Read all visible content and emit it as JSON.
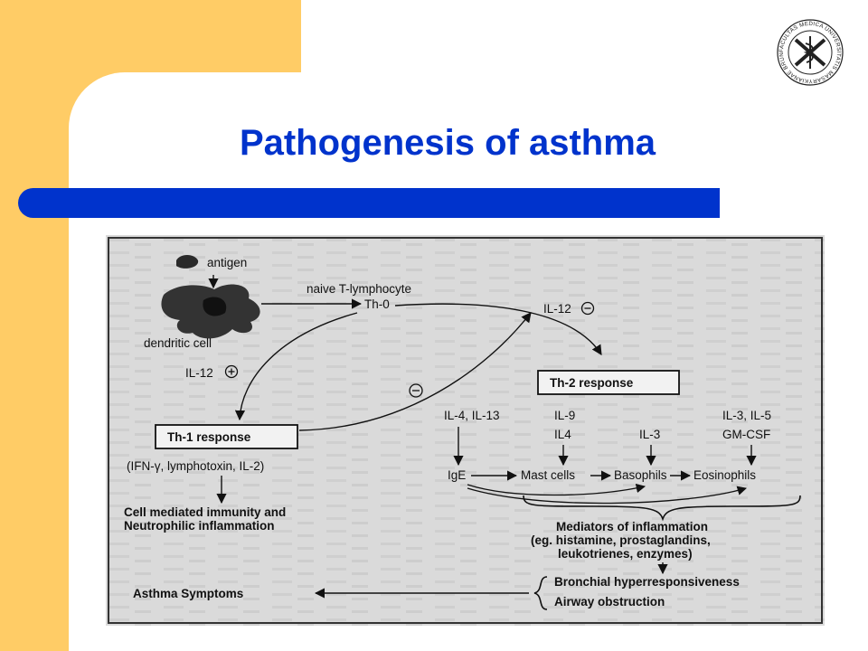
{
  "slide": {
    "title": "Pathogenesis of asthma",
    "colors": {
      "sidebar": "#FFCC66",
      "title": "#0033CC",
      "bar": "#0033CC"
    },
    "logo": {
      "icon": "university-seal-icon",
      "text": "FACULTAS MEDICA UNIVERSITATIS MASARYKIANAE BRUNENSIS"
    }
  },
  "diagram": {
    "antigen": "antigen",
    "dendritic_cell": "dendritic cell",
    "naive": "naive T-lymphocyte",
    "th0": "Th-0",
    "il12_neg_top": "IL-12",
    "il12_pos": "IL-12",
    "th2": "Th-2 response",
    "th1": "Th-1 response",
    "th1_products": "(IFN-γ, lymphotoxin, IL-2)",
    "cell_immunity_1": "Cell mediated immunity and",
    "cell_immunity_2": "Neutrophilic inflammation",
    "il4_il13": "IL-4, IL-13",
    "il9": "IL-9",
    "il4": "IL4",
    "il3": "IL-3",
    "il3_il5": "IL-3, IL-5",
    "gmcsf": "GM-CSF",
    "ige": "IgE",
    "mast": "Mast cells",
    "basophils": "Basophils",
    "eosinophils": "Eosinophils",
    "mediators_1": "Mediators of inflammation",
    "mediators_2": "(eg. histamine, prostaglandins,",
    "mediators_3": "leukotrienes, enzymes)",
    "bronchial": "Bronchial hyperresponsiveness",
    "airway": "Airway obstruction",
    "asthma": "Asthma Symptoms"
  }
}
